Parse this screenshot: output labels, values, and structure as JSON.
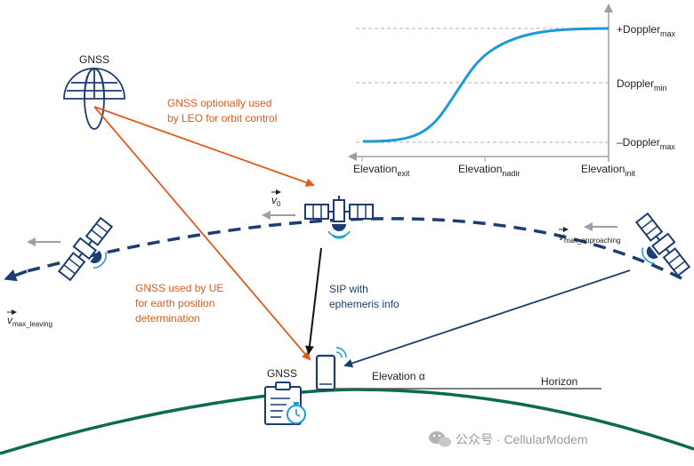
{
  "colors": {
    "navy": "#1b3d73",
    "orange": "#e05a1c",
    "curve": "#1a9ad6",
    "earth": "#0b6a52",
    "gray": "#9aa0a6",
    "dark": "#222222"
  },
  "chart": {
    "labels_y": {
      "top": {
        "main": "+Doppler",
        "sub": "max"
      },
      "mid": {
        "main": "Doppler",
        "sub": "min"
      },
      "bottom": {
        "main": "–Doppler",
        "sub": "max"
      }
    },
    "labels_x": [
      {
        "main": "Elevation",
        "sub": "exit"
      },
      {
        "main": "Elevation",
        "sub": "nadir"
      },
      {
        "main": "Elevation",
        "sub": "init"
      }
    ]
  },
  "labels": {
    "gnss_top": "GNSS",
    "gnss_ue": "GNSS",
    "orange_top": [
      "GNSS optionally used",
      "by LEO for orbit control"
    ],
    "orange_mid": [
      "GNSS used by UE",
      "for earth position",
      "determination"
    ],
    "sip": [
      "SIP with",
      "ephemeris info"
    ],
    "elevation": "Elevation α",
    "horizon": "Horizon",
    "v0": {
      "main": "v",
      "sub": "0"
    },
    "v_leaving": {
      "main": "v",
      "sub": "max_leaving"
    },
    "v_approaching": {
      "main": "v",
      "sub": "max_approaching"
    },
    "watermark": "公众号 · CellularModem"
  },
  "icons": {
    "globe": "globe-icon",
    "satellite": "satellite-icon",
    "phone": "phone-icon",
    "clipboard": "clipboard-icon",
    "stopwatch": "stopwatch-icon",
    "wechat": "wechat-icon"
  }
}
